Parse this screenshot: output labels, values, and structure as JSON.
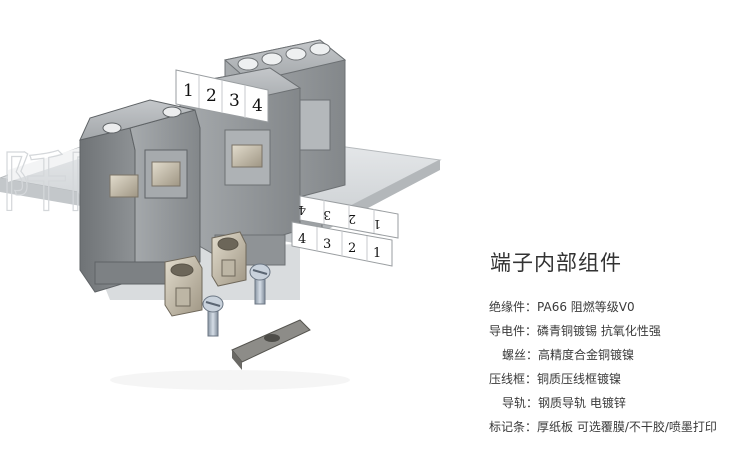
{
  "heading": "端子内部组件",
  "watermark": "阡陌电气",
  "markers": {
    "strip_upper": [
      "1",
      "2",
      "3",
      "4"
    ],
    "strip_lower": [
      "4",
      "3",
      "2",
      "1"
    ],
    "strip_lower_flipped": [
      "4",
      "3",
      "2",
      "1"
    ]
  },
  "specs": [
    {
      "label": "绝缘件：",
      "value": "PA66  阻燃等级V0"
    },
    {
      "label": "导电件：",
      "value": "磷青铜镀锡  抗氧化性强"
    },
    {
      "label": "螺丝：",
      "value": "高精度合金铜镀镍"
    },
    {
      "label": "压线框：",
      "value": "铜质压线框镀镍"
    },
    {
      "label": "导轨：",
      "value": "钢质导轨  电镀锌"
    },
    {
      "label": "标记条：",
      "value": "厚纸板  可选覆膜/不干胶/喷墨打印"
    }
  ],
  "colors": {
    "housing": "#9a9ea1",
    "rail": "#d9dcde",
    "metal": "#c8c2b4",
    "screw": "#a9b4c0",
    "text": "#333333"
  }
}
